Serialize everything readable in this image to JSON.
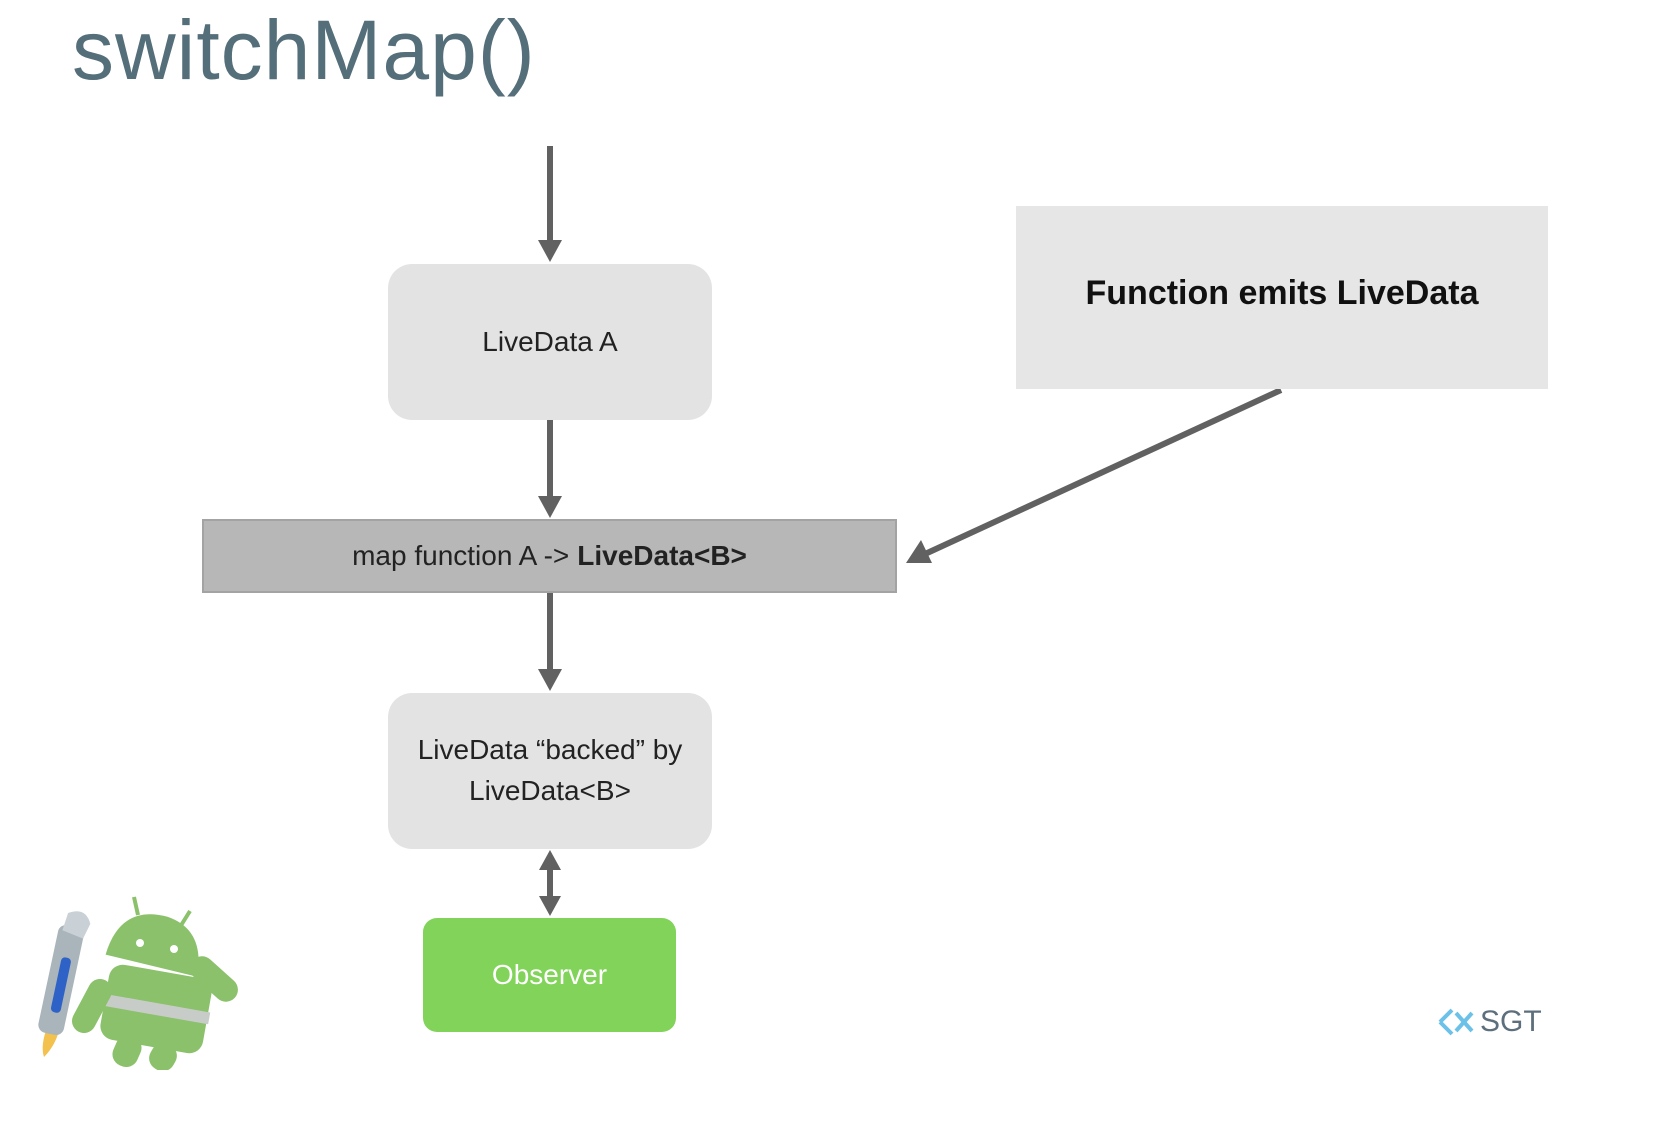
{
  "slide": {
    "title": "switchMap()"
  },
  "nodes": {
    "livedata_a": "LiveData A",
    "map_function_prefix": "map function A ->",
    "map_function_result": "LiveData<B>",
    "backed_line1": "LiveData “backed” by",
    "backed_line2": "LiveData<B>",
    "observer": "Observer"
  },
  "callout": {
    "text": "Function emits LiveData"
  },
  "logo": {
    "mark": "SGT"
  },
  "colors": {
    "title": "#546e7a",
    "node_fill": "#e3e3e3",
    "map_fill": "#b7b7b7",
    "observer_fill": "#82d35a",
    "arrow": "#616161"
  }
}
